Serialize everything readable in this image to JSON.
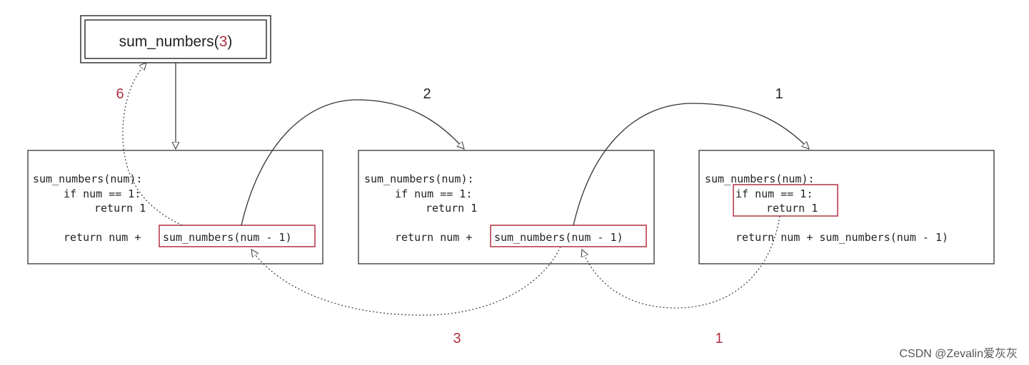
{
  "colors": {
    "line": "#333333",
    "accent": "#b03040",
    "box": "#333333"
  },
  "root": {
    "name": "sum_numbers(",
    "arg": "3",
    "close": ")"
  },
  "frames": [
    {
      "signature": "sum_numbers(num):",
      "cond": "if num == 1:",
      "base": "return 1",
      "ret_prefix": "return num + ",
      "call": "sum_numbers(num - 1)"
    },
    {
      "signature": "sum_numbers(num):",
      "cond": "if num == 1:",
      "base": "return 1",
      "ret_prefix": "return num + ",
      "call": "sum_numbers(num - 1)"
    },
    {
      "signature": "sum_numbers(num):",
      "cond": "if num == 1:",
      "base": "return 1",
      "ret_prefix": "return num + ",
      "call": "sum_numbers(num - 1)"
    }
  ],
  "call_labels": [
    "2",
    "1"
  ],
  "return_labels": [
    "6",
    "3",
    "1"
  ],
  "watermark": "CSDN @Zevalin爱灰灰"
}
